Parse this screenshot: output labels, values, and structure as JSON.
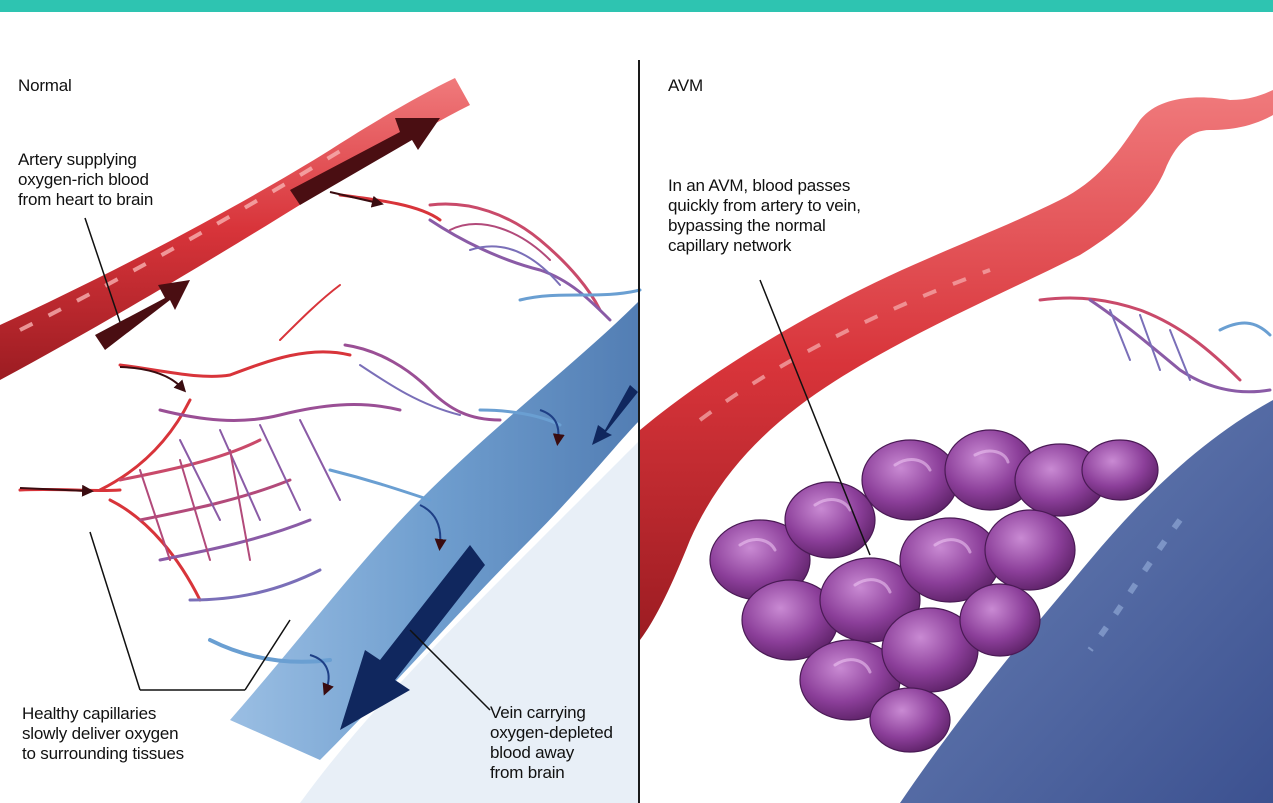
{
  "colors": {
    "top_bar": "#2ec4b1",
    "artery": "#d8343a",
    "artery_highlight": "#f07a7c",
    "vein": "#5f93c9",
    "vein_dark": "#1e3f86",
    "avm_tangle": "#8c3f9a",
    "capillary_red": "#e0454a",
    "capillary_blue": "#6a9fd2"
  },
  "icons": [
    "flow-arrow-icon"
  ],
  "left_panel": {
    "title": "Normal",
    "label_artery": "Artery supplying\noxygen-rich blood\nfrom heart to brain",
    "label_capillaries": "Healthy capillaries\nslowly deliver oxygen\nto surrounding tissues",
    "label_vein": "Vein carrying\noxygen-depleted\nblood away\nfrom brain"
  },
  "right_panel": {
    "title": "AVM",
    "label_avm": "In an AVM, blood passes\nquickly from artery to vein,\nbypassing the normal\ncapillary network"
  }
}
